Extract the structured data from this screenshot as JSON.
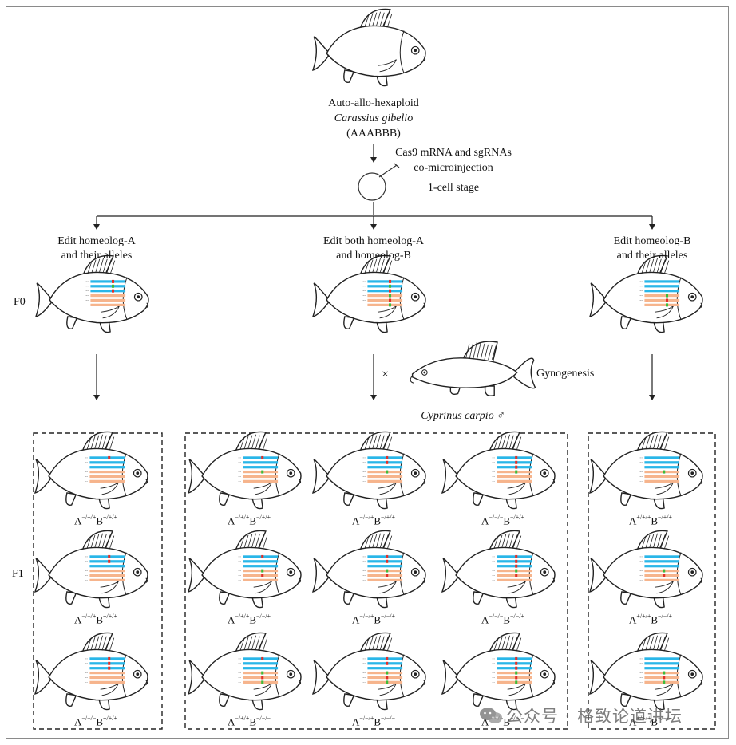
{
  "top": {
    "title_line1": "Auto-allo-hexaploid",
    "species": "Carassius gibelio",
    "genome": "(AAABBB)"
  },
  "injection": {
    "line1": "Cas9 mRNA and sgRNAs",
    "line2": "co-microinjection",
    "stage": "1-cell stage"
  },
  "branches": [
    {
      "line1": "Edit homeolog-A",
      "line2": "and their alleles"
    },
    {
      "line1": "Edit both homeolog-A",
      "line2": "and homeolog-B"
    },
    {
      "line1": "Edit homeolog-B",
      "line2": "and their alleles"
    }
  ],
  "generations": {
    "f0": "F0",
    "f1": "F1"
  },
  "cross": {
    "symbol": "×",
    "method": "Gynogenesis",
    "male_species": "Cyprinus carpio ♂"
  },
  "f1_genotypes": {
    "homeolog_a": [
      {
        "a": "A",
        "a_sup": "−/+/+",
        "b": "B",
        "b_sup": "+/+/+"
      },
      {
        "a": "A",
        "a_sup": "−/−/+",
        "b": "B",
        "b_sup": "+/+/+"
      },
      {
        "a": "A",
        "a_sup": "−/−/−",
        "b": "B",
        "b_sup": "+/+/+"
      }
    ],
    "both": [
      {
        "a": "A",
        "a_sup": "−/+/+",
        "b": "B",
        "b_sup": "−/+/+"
      },
      {
        "a": "A",
        "a_sup": "−/−/+",
        "b": "B",
        "b_sup": "−/+/+"
      },
      {
        "a": "A",
        "a_sup": "−/−/−",
        "b": "B",
        "b_sup": "−/+/+"
      },
      {
        "a": "A",
        "a_sup": "−/+/+",
        "b": "B",
        "b_sup": "−/−/+"
      },
      {
        "a": "A",
        "a_sup": "−/−/+",
        "b": "B",
        "b_sup": "−/−/+"
      },
      {
        "a": "A",
        "a_sup": "−/−/−",
        "b": "B",
        "b_sup": "−/−/+"
      },
      {
        "a": "A",
        "a_sup": "−/+/+",
        "b": "B",
        "b_sup": "−/−/−"
      },
      {
        "a": "A",
        "a_sup": "−/−/+",
        "b": "B",
        "b_sup": "−/−/−"
      },
      {
        "a": "A",
        "a_sup": "−/−/−",
        "b": "B",
        "b_sup": "−/−/−"
      }
    ],
    "homeolog_b": [
      {
        "a": "A",
        "a_sup": "+/+/+",
        "b": "B",
        "b_sup": "−/+/+"
      },
      {
        "a": "A",
        "a_sup": "+/+/+",
        "b": "B",
        "b_sup": "−/−/+"
      },
      {
        "a": "A",
        "a_sup": "+/+/+",
        "b": "B",
        "b_sup": "−/−/−"
      }
    ]
  },
  "colors": {
    "homeolog_a": "#29b6e8",
    "homeolog_b": "#f6b48c",
    "mutation_red": "#e0302a",
    "mutation_green": "#3dbb3a"
  },
  "watermark": "公众号 · 格致论道讲坛"
}
